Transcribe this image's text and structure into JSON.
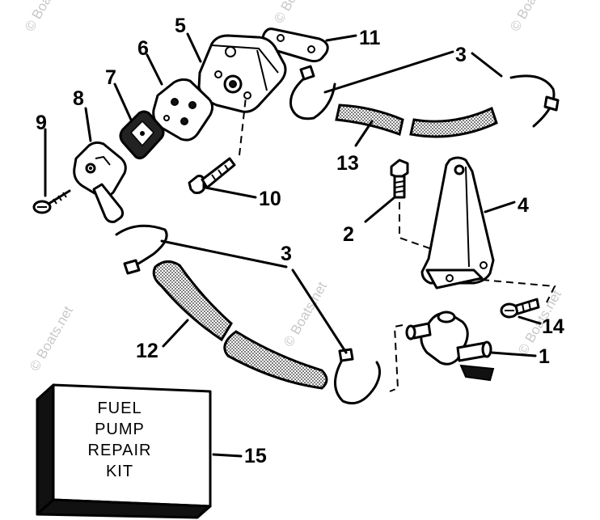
{
  "callouts": {
    "c1": "1",
    "c2": "2",
    "c3a": "3",
    "c3b": "3",
    "c4": "4",
    "c5": "5",
    "c6": "6",
    "c7": "7",
    "c8": "8",
    "c9": "9",
    "c10": "10",
    "c11": "11",
    "c12": "12",
    "c13": "13",
    "c14": "14",
    "c15": "15"
  },
  "kit_box": {
    "line1": "FUEL",
    "line2": "PUMP",
    "line3": "REPAIR",
    "line4": "KIT"
  },
  "watermarks": {
    "left": "© Boats.net",
    "center": "© Boats.net",
    "right": "© Boats.net",
    "top_center": "© Boats.net",
    "top_left": "© Boats.net",
    "top_right": "© Boats.net"
  },
  "colors": {
    "line": "#000000",
    "background": "#ffffff",
    "watermark": "#c8c8c8"
  }
}
